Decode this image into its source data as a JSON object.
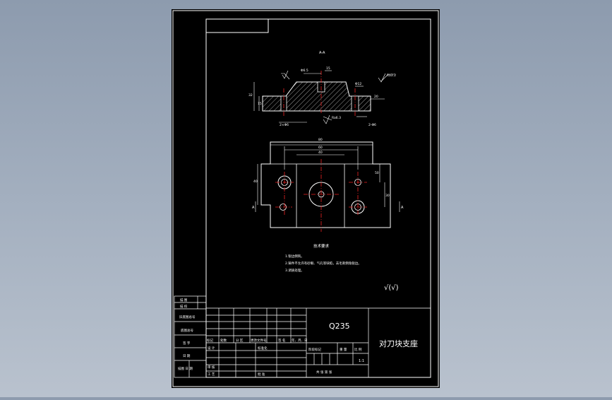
{
  "drawing": {
    "section_label": "A-A",
    "dims_section": [
      "Φ6.5",
      "15",
      "Φ12",
      "2×Φ6",
      "2-Φ6",
      "32",
      "15",
      "20"
    ],
    "dims_plan": [
      "80",
      "60",
      "40",
      "40",
      "50",
      "30",
      "A",
      "A"
    ],
    "roughness_labels": [
      "Ra3.2",
      "Ra6.3"
    ],
    "finish_mark": "√(√)",
    "tech_title": "技术要求",
    "tech_notes": [
      "1.锐边倒钝。",
      "2.铸件不允许有砂眼、气孔等缺陷，去毛刺倒角锐边。",
      "3.调质处理。"
    ]
  },
  "title_block": {
    "material": "Q235",
    "part_name": "对刀块支座",
    "scale": "1:1",
    "left_labels": [
      "描 图",
      "描 校",
      "旧底图总号",
      "底图总号",
      "签 字",
      "日 期"
    ],
    "left_bottom": "描图 日 期",
    "rev_headers": [
      "标记",
      "处数",
      "分 区",
      "更改文件号",
      "签 名",
      "年、月、日"
    ],
    "role_labels": [
      "设 计",
      "",
      "审 核",
      "工 艺"
    ],
    "std_label": "标准化",
    "approve_label": "批 准",
    "stage_headers": [
      "阶段标记",
      "重 量",
      "比 例"
    ],
    "sheet_info": "共  张  第  张"
  }
}
